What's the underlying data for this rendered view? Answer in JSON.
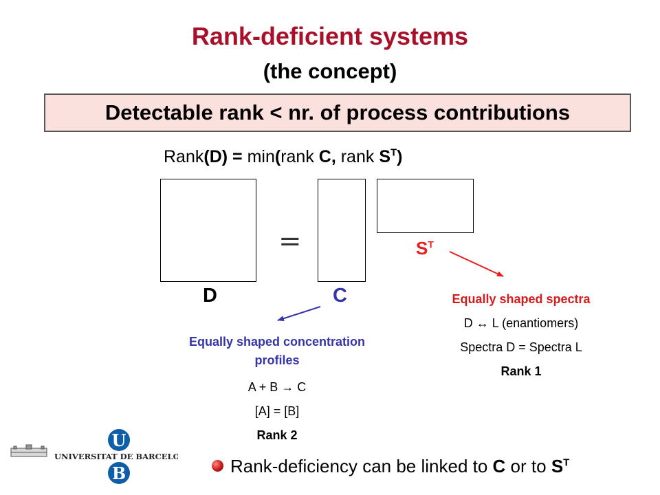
{
  "title": "Rank-deficient systems",
  "subtitle": "(the concept)",
  "banner": "Detectable rank < nr. of process contributions",
  "formula": {
    "p1": "Rank",
    "p2": "(D) =",
    "p3": " min",
    "p4": "(",
    "p5": "rank ",
    "p6": "C,",
    "p7": " rank ",
    "p8": "S",
    "p9": "T",
    "p10": ")"
  },
  "matrix_labels": {
    "d": "D",
    "c": "C",
    "s_base": "S",
    "s_sup": "T"
  },
  "equals_sign": "=",
  "note_c": {
    "heading": "Equally shaped concentration profiles",
    "reaction": "A + B → C",
    "condition": "[A] = [B]",
    "rank": "Rank 2"
  },
  "note_s": {
    "heading": "Equally shaped spectra",
    "equilibrium": "D ↔ L (enantiomers)",
    "condition": "Spectra D = Spectra L",
    "rank": "Rank 1"
  },
  "logo": {
    "text": "UNIVERSITAT DE BARCELONA",
    "letter_top": "U",
    "letter_bottom": "B"
  },
  "footer": {
    "p1": "Rank-deficiency can be linked to ",
    "p2": "C",
    "p3": " or to ",
    "p4": "S",
    "p5": "T"
  },
  "colors": {
    "title": "#a8102a",
    "banner_bg": "#fbe1de",
    "blue": "#3535a8",
    "red": "#d41a1a",
    "logo_blue": "#0f5fa8"
  }
}
